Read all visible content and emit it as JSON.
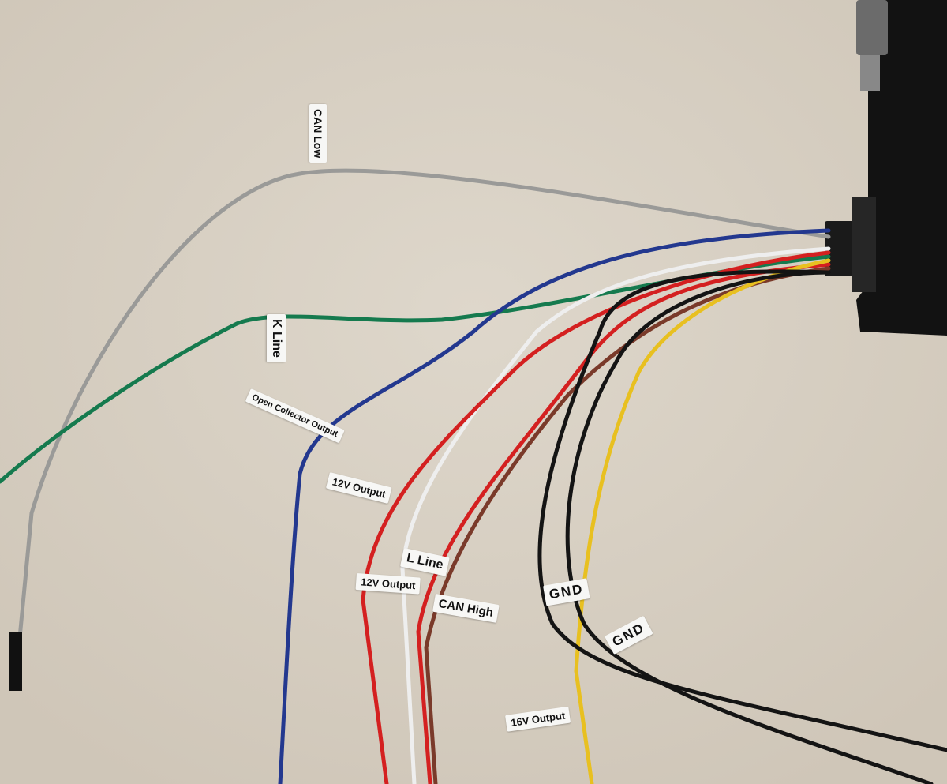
{
  "labels": {
    "can_low": "CAN Low",
    "k_line": "K Line",
    "open_collector": "Open Collector Output",
    "v12_a": "12V Output",
    "v12_b": "12V Output",
    "l_line": "L Line",
    "can_high": "CAN High",
    "gnd_a": "GND",
    "gnd_b": "GND",
    "v16": "16V Output"
  },
  "colors": {
    "background": "#d8d0c3",
    "box": "#111111",
    "gray_wire": "#9a9a98",
    "green_wire": "#157a4e",
    "blue_wire": "#23388f",
    "white_wire": "#eeeeee",
    "red_wire": "#d42020",
    "brown_wire": "#7a3a2a",
    "yellow_wire": "#e8c020",
    "black_wire": "#141414"
  }
}
